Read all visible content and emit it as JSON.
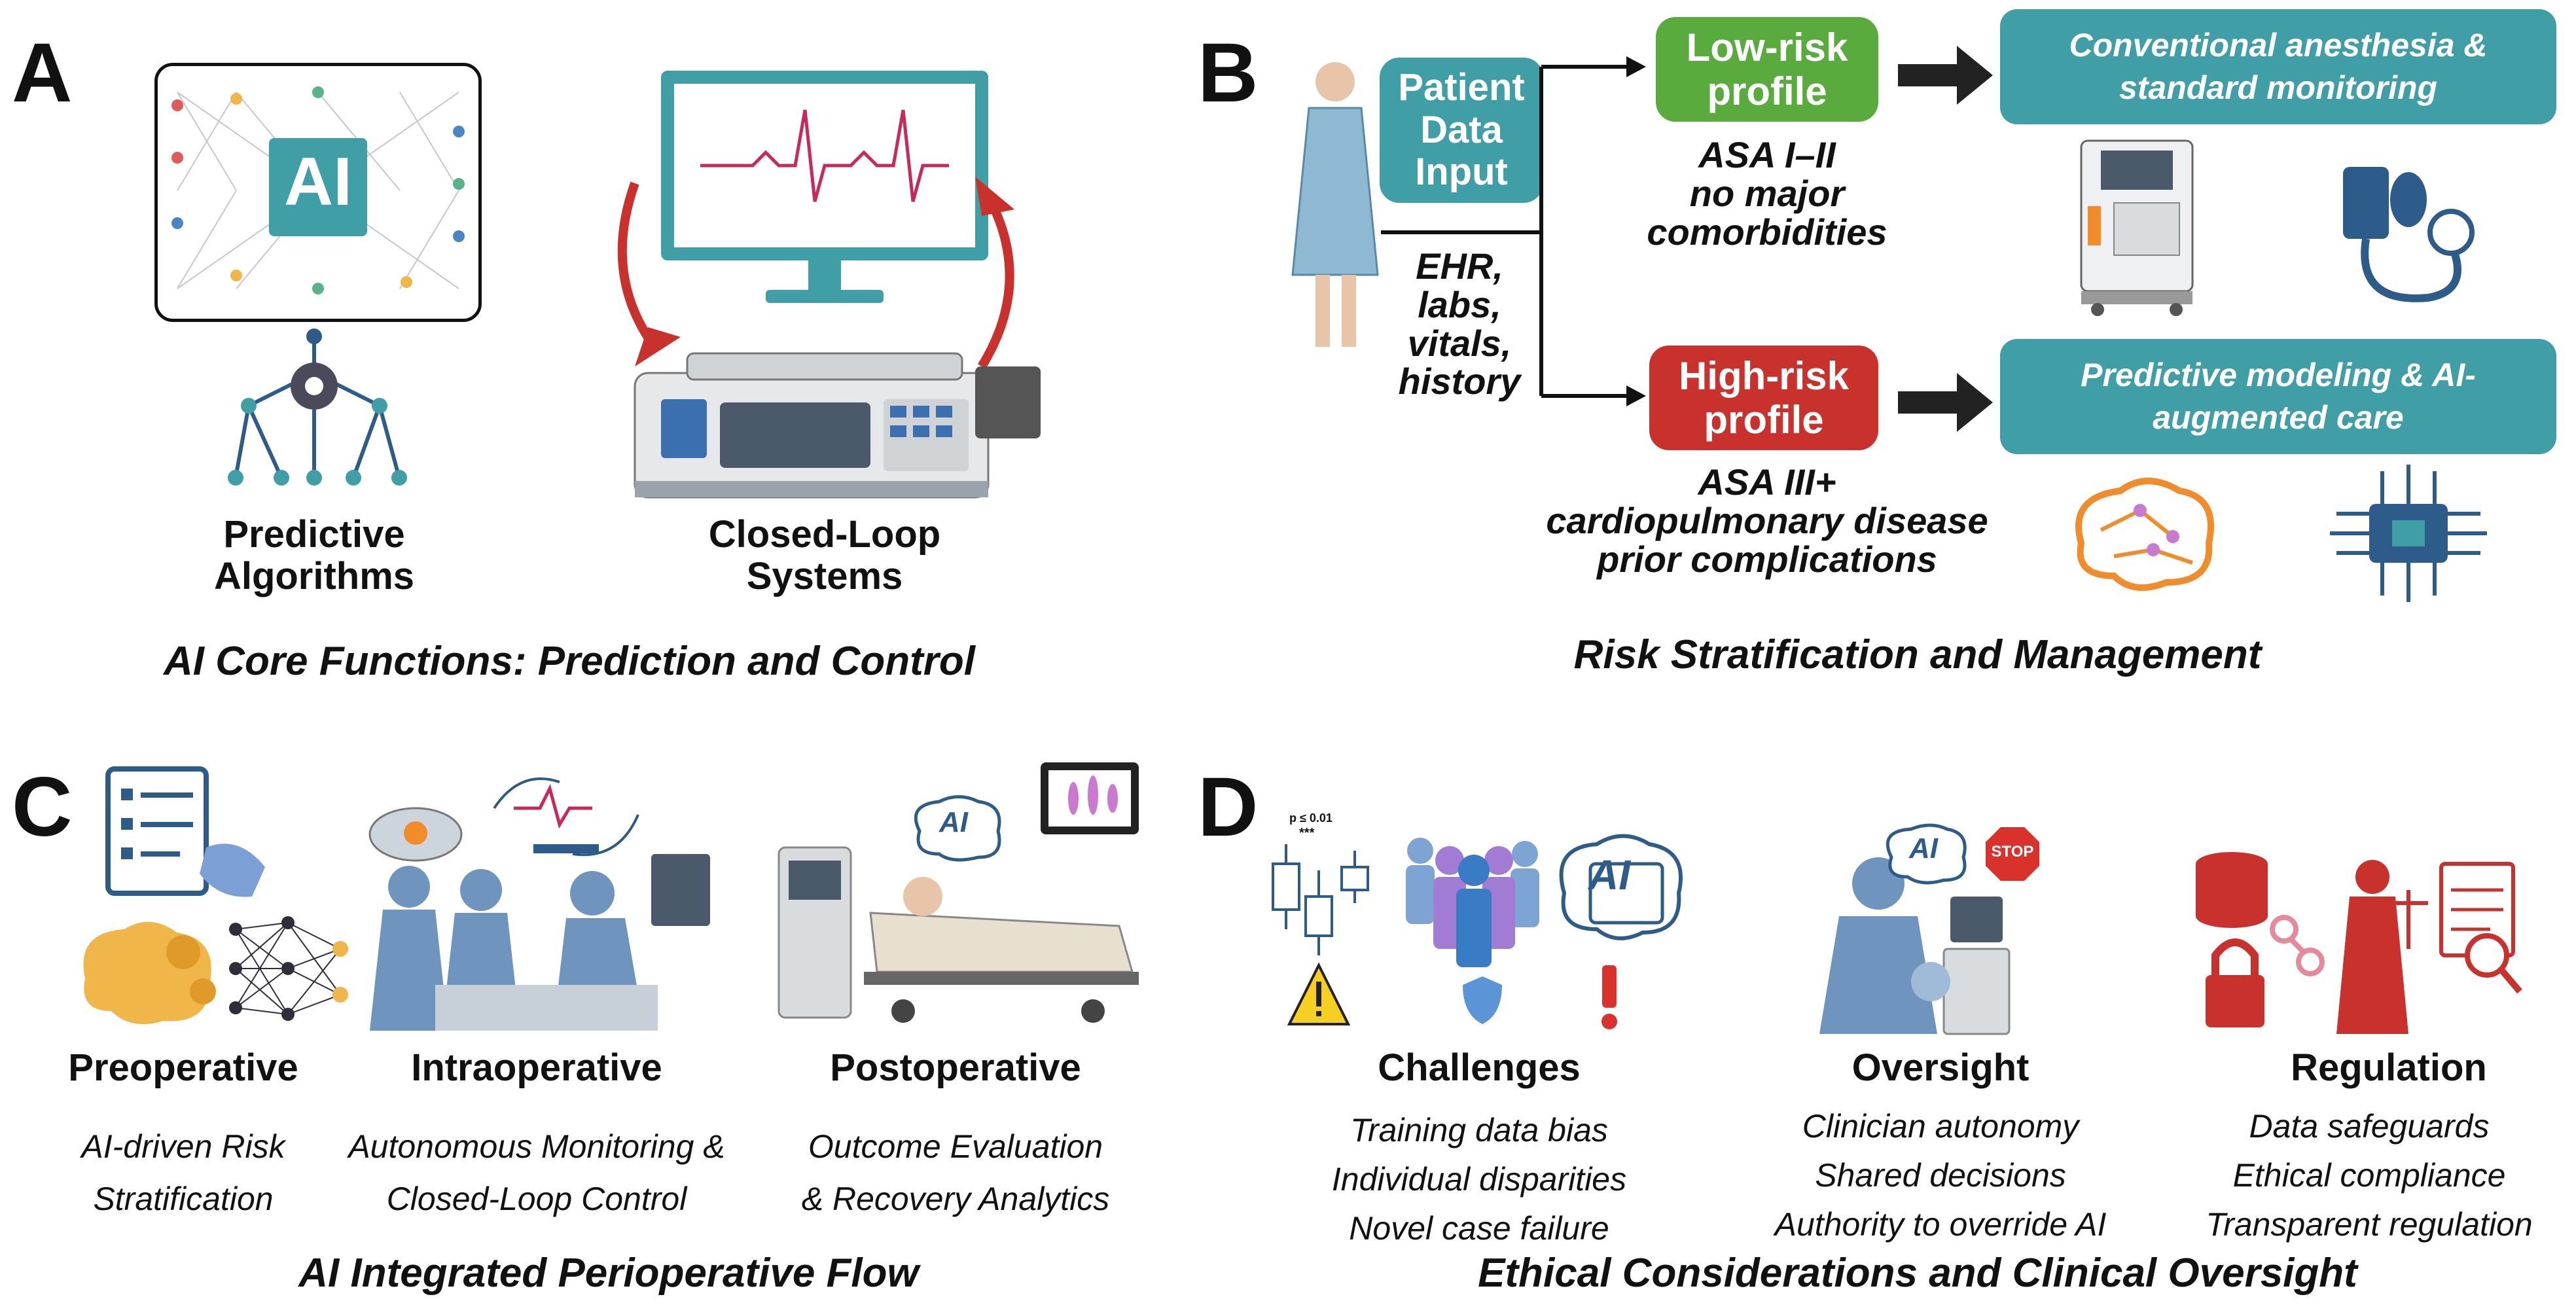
{
  "panelA": {
    "letter": "A",
    "left_label_1": "Predictive",
    "left_label_2": "Algorithms",
    "right_label_1": "Closed-Loop",
    "right_label_2": "Systems",
    "ai_badge": "AI",
    "caption": "AI Core Functions: Prediction and Control"
  },
  "panelB": {
    "letter": "B",
    "patient_box_1": "Patient",
    "patient_box_2": "Data",
    "patient_box_3": "Input",
    "inputs": [
      "EHR,",
      "labs,",
      "vitals,",
      "history"
    ],
    "low_risk_1": "Low-risk",
    "low_risk_2": "profile",
    "low_criteria": [
      "ASA I–II",
      "no major",
      "comorbidities"
    ],
    "high_risk_1": "High-risk",
    "high_risk_2": "profile",
    "high_criteria": [
      "ASA III+",
      "cardiopulmonary disease",
      "prior complications"
    ],
    "low_action_1": "Conventional anesthesia &",
    "low_action_2": "standard monitoring",
    "high_action_1": "Predictive modeling & AI-",
    "high_action_2": "augmented care",
    "caption": "Risk Stratification and Management"
  },
  "panelC": {
    "letter": "C",
    "stages": [
      {
        "title": "Preoperative",
        "line1": "AI-driven Risk",
        "line2": "Stratification"
      },
      {
        "title": "Intraoperative",
        "line1": "Autonomous Monitoring &",
        "line2": "Closed-Loop Control"
      },
      {
        "title": "Postoperative",
        "line1": "Outcome Evaluation",
        "line2": "& Recovery Analytics"
      }
    ],
    "ai_badge": "AI",
    "caption": "AI Integrated Perioperative Flow"
  },
  "panelD": {
    "letter": "D",
    "columns": [
      {
        "title": "Challenges",
        "items": [
          "Training data bias",
          "Individual disparities",
          "Novel case failure"
        ]
      },
      {
        "title": "Oversight",
        "items": [
          "Clinician autonomy",
          "Shared decisions",
          "Authority to override AI"
        ]
      },
      {
        "title": "Regulation",
        "items": [
          "Data safeguards",
          "Ethical compliance",
          "Transparent regulation"
        ]
      }
    ],
    "pvalue": "p ≤ 0.01",
    "stars": "***",
    "stop_sign": "STOP",
    "ai_badge": "AI",
    "caption": "Ethical Considerations and Clinical Oversight"
  },
  "colors": {
    "teal": "#3f9ea6",
    "green": "#59ab3e",
    "red": "#c9322c",
    "navy": "#2e5c8a"
  }
}
